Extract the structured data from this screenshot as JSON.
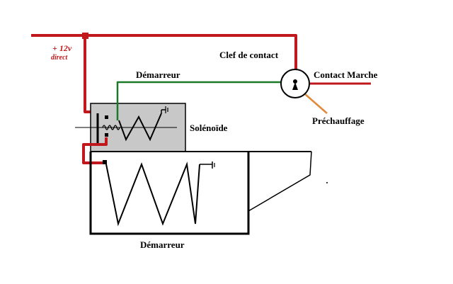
{
  "labels": {
    "v12": "+ 12v",
    "direct": "direct",
    "clef": "Clef de contact",
    "demarreur_wire": "Démarreur",
    "contact_marche": "Contact Marche",
    "prechauffage": "Préchauffage",
    "solenoide": "Solénoïde",
    "demarreur": "Démarreur"
  },
  "colors": {
    "positive_wire": "#c0181c",
    "start_wire": "#1a7a2a",
    "preheat_wire": "#e08a3a",
    "solenoid_fill": "#c8c8c8",
    "outline": "#000000"
  },
  "icons": {
    "key_switch": "key-switch-icon",
    "ground": "ground-icon"
  }
}
